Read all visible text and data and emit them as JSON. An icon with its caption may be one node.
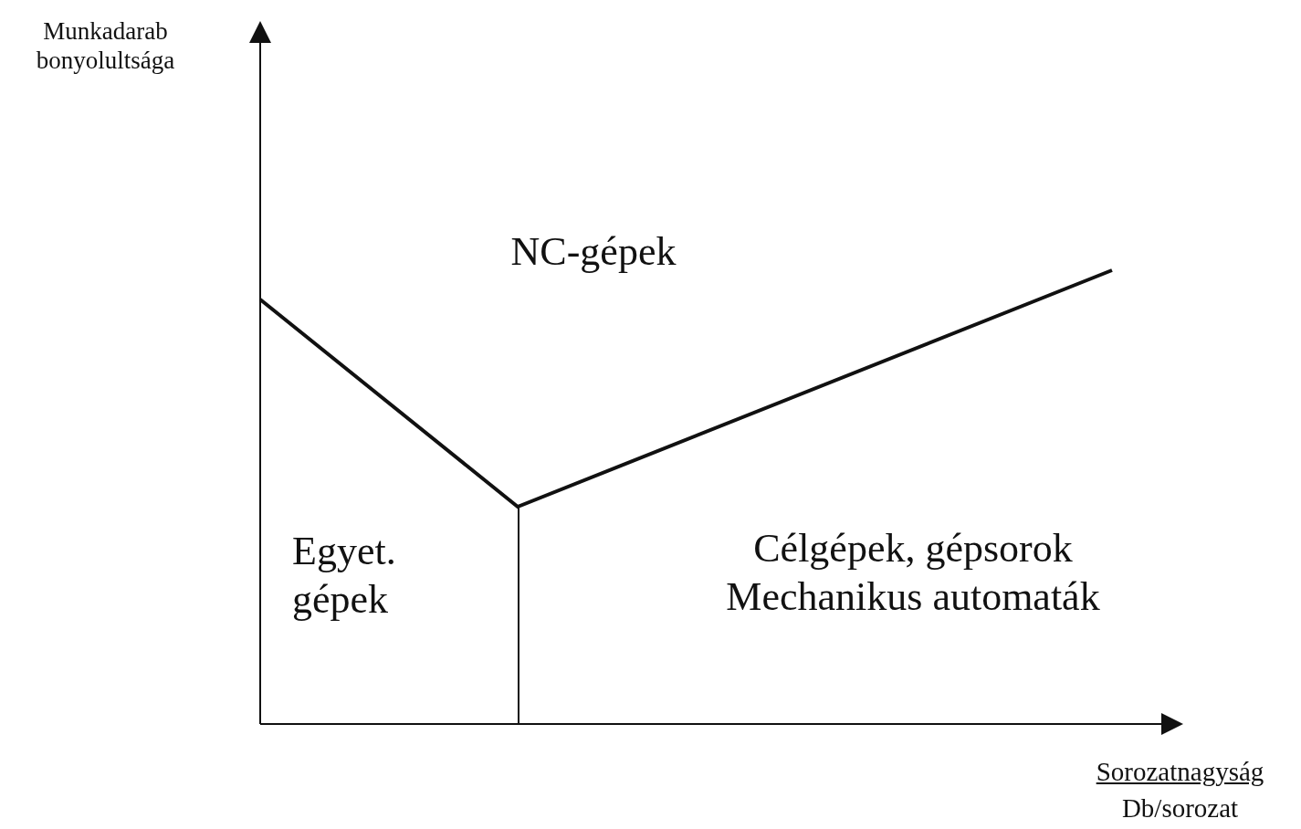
{
  "diagram": {
    "labels": [
      "Munkadarab bonyolultsága",
      "NC-gépek",
      "Egyet. gépek",
      "Célgépek, gépsorok Mechanikus automaták",
      "Sorozatnagyság",
      "Db/sorozat"
    ]
  }
}
